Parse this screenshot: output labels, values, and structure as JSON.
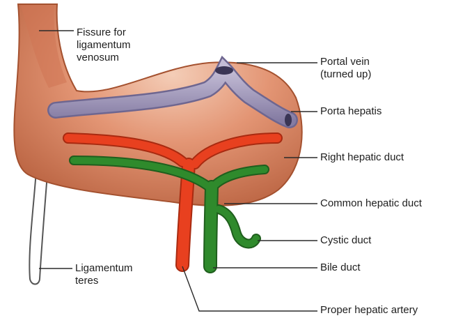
{
  "labels": {
    "fissure": [
      "Fissure for",
      "ligamentum",
      "venosum"
    ],
    "portal_vein": [
      "Portal vein",
      "(turned up)"
    ],
    "porta_hepatis": "Porta hepatis",
    "right_hepatic_duct": "Right hepatic duct",
    "common_hepatic_duct": "Common hepatic duct",
    "cystic_duct": "Cystic duct",
    "bile_duct": "Bile duct",
    "ligamentum_teres": [
      "Ligamentum",
      "teres"
    ],
    "proper_hepatic_artery": "Proper hepatic artery"
  },
  "colors": {
    "liver": "#d9825e",
    "liver_dark": "#b05a3a",
    "portal_vein": "#9d95b4",
    "artery": "#e8401f",
    "duct": "#2f8a2c",
    "leader": "#2a2a2a"
  }
}
